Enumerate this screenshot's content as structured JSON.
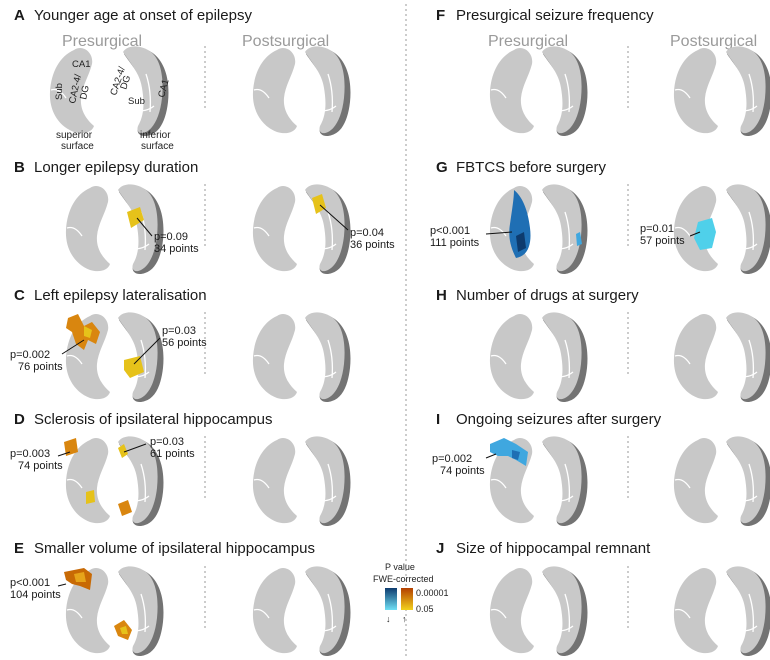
{
  "headers": {
    "pre": "Presurgical",
    "post": "Postsurgical"
  },
  "panels": {
    "A": {
      "letter": "A",
      "title": "Younger age at onset of epilepsy"
    },
    "B": {
      "letter": "B",
      "title": "Longer epilepsy duration"
    },
    "C": {
      "letter": "C",
      "title": "Left epilepsy lateralisation"
    },
    "D": {
      "letter": "D",
      "title": "Sclerosis of ipsilateral hippocampus"
    },
    "E": {
      "letter": "E",
      "title": "Smaller volume of ipsilateral hippocampus"
    },
    "F": {
      "letter": "F",
      "title": "Presurgical seizure frequency"
    },
    "G": {
      "letter": "G",
      "title": "FBTCS before surgery"
    },
    "H": {
      "letter": "H",
      "title": "Number of drugs at surgery"
    },
    "I": {
      "letter": "I",
      "title": "Ongoing seizures after surgery"
    },
    "J": {
      "letter": "J",
      "title": "Size of hippocampal remnant"
    }
  },
  "subfields": {
    "ca1": "CA1",
    "sub": "Sub",
    "ca24dg": "CA2-4/",
    "dg": "DG"
  },
  "surfaces": {
    "superior": [
      "superior",
      "surface"
    ],
    "inferior": [
      "inferior",
      "surface"
    ]
  },
  "annotations": {
    "B_pre": {
      "p": "p=0.09",
      "points": "34 points"
    },
    "B_post": {
      "p": "p=0.04",
      "points": "36 points"
    },
    "C_sup": {
      "p": "p=0.002",
      "points": "76 points"
    },
    "C_inf": {
      "p": "p=0.03",
      "points": "56 points"
    },
    "D_sup": {
      "p": "p=0.003",
      "points": "74 points"
    },
    "D_inf": {
      "p": "p=0.03",
      "points": "61 points"
    },
    "E_sup": {
      "p": "p<0.001",
      "points": "104 points"
    },
    "G_pre": {
      "p": "p<0.001",
      "points": "111 points"
    },
    "G_post": {
      "p": "p=0.01",
      "points": "57 points"
    },
    "I_pre": {
      "p": "p=0.002",
      "points": "74 points"
    }
  },
  "legend": {
    "line1": "P value",
    "line2": "FWE-corrected",
    "top_value": "0.00001",
    "bottom_value": "0.05",
    "down_arrow": "↓",
    "up_arrow": "↑"
  },
  "colors": {
    "text": "#1a1a1a",
    "header_gray": "#9a9a9a",
    "hippo_fill": "#c8c8c8",
    "hippo_shade": "#707070",
    "outline": "#ffffff",
    "yellow": "#e6c21a",
    "orange": "#d9860f",
    "dark_orange": "#c86a05",
    "blue": "#1f6fb4",
    "cyan": "#4fd0ea",
    "light_blue": "#3fa7df"
  }
}
